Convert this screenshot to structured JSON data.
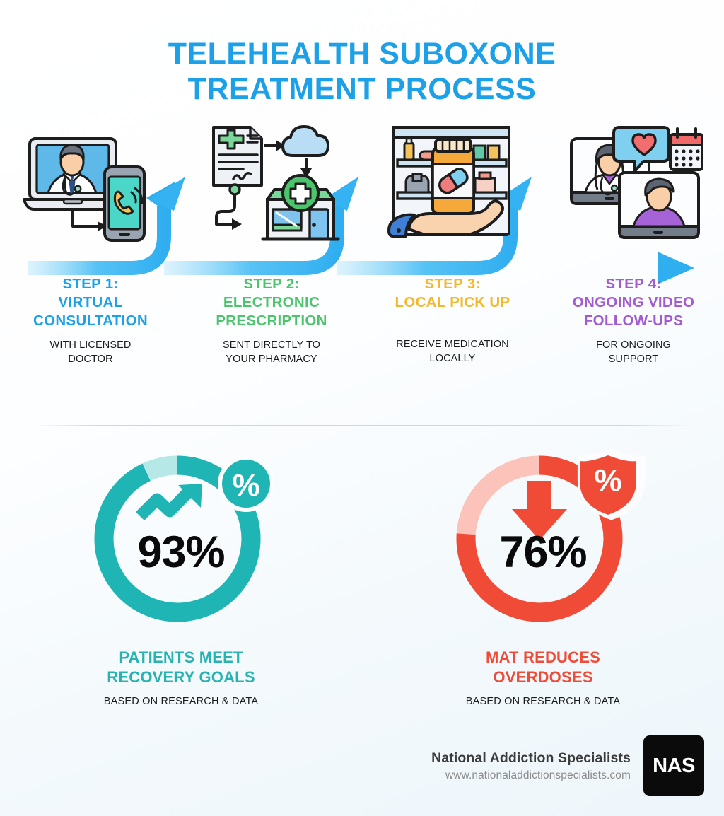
{
  "title": {
    "line1": "TELEHEALTH SUBOXONE",
    "line2": "TREATMENT PROCESS",
    "color": "#1CA0E8"
  },
  "steps": [
    {
      "title": "STEP 1:\nVIRTUAL\nCONSULTATION",
      "title_lines": [
        "STEP 1:",
        "VIRTUAL",
        "CONSULTATION"
      ],
      "subtitle": "WITH LICENSED DOCTOR",
      "subtitle_lines": [
        "WITH LICENSED",
        "DOCTOR"
      ],
      "color": "#1CA0E8",
      "icon": "laptop-doctor-phone-icon"
    },
    {
      "title_lines": [
        "STEP 2:",
        "ELECTRONIC",
        "PRESCRIPTION"
      ],
      "subtitle_lines": [
        "SENT DIRECTLY TO",
        "YOUR PHARMACY"
      ],
      "color": "#4CC46C",
      "icon": "prescription-cloud-pharmacy-icon"
    },
    {
      "title_lines": [
        "STEP 3:",
        "LOCAL PICK UP"
      ],
      "subtitle_lines": [
        "RECEIVE MEDICATION",
        "LOCALLY"
      ],
      "color": "#F3B92B",
      "icon": "hand-pill-bottle-shelf-icon"
    },
    {
      "title_lines": [
        "STEP 4:",
        "ONGOING VIDEO",
        "FOLLOW-UPS"
      ],
      "subtitle_lines": [
        "FOR ONGOING",
        "SUPPORT"
      ],
      "color": "#A25BD0",
      "icon": "video-followup-calendar-icon"
    }
  ],
  "stats": [
    {
      "value": "93%",
      "percent": 93,
      "title_lines": [
        "PATIENTS MEET",
        "RECOVERY GOALS"
      ],
      "subtitle": "BASED ON RESEARCH & DATA",
      "color": "#1FB5B5",
      "track_color": "#B6E8E8",
      "badge": "%",
      "badge_icon": "trending-up-arrow-icon"
    },
    {
      "value": "76%",
      "percent": 76,
      "title_lines": [
        "MAT REDUCES",
        "OVERDOSES"
      ],
      "subtitle": "BASED ON RESEARCH & DATA",
      "color": "#EF4B36",
      "track_color": "#FBC3BA",
      "badge": "%",
      "badge_icon": "down-arrow-icon"
    }
  ],
  "footer": {
    "brand": "National Addiction Specialists",
    "url": "www.nationaladdictionspecialists.com",
    "logo_text": "NAS"
  }
}
